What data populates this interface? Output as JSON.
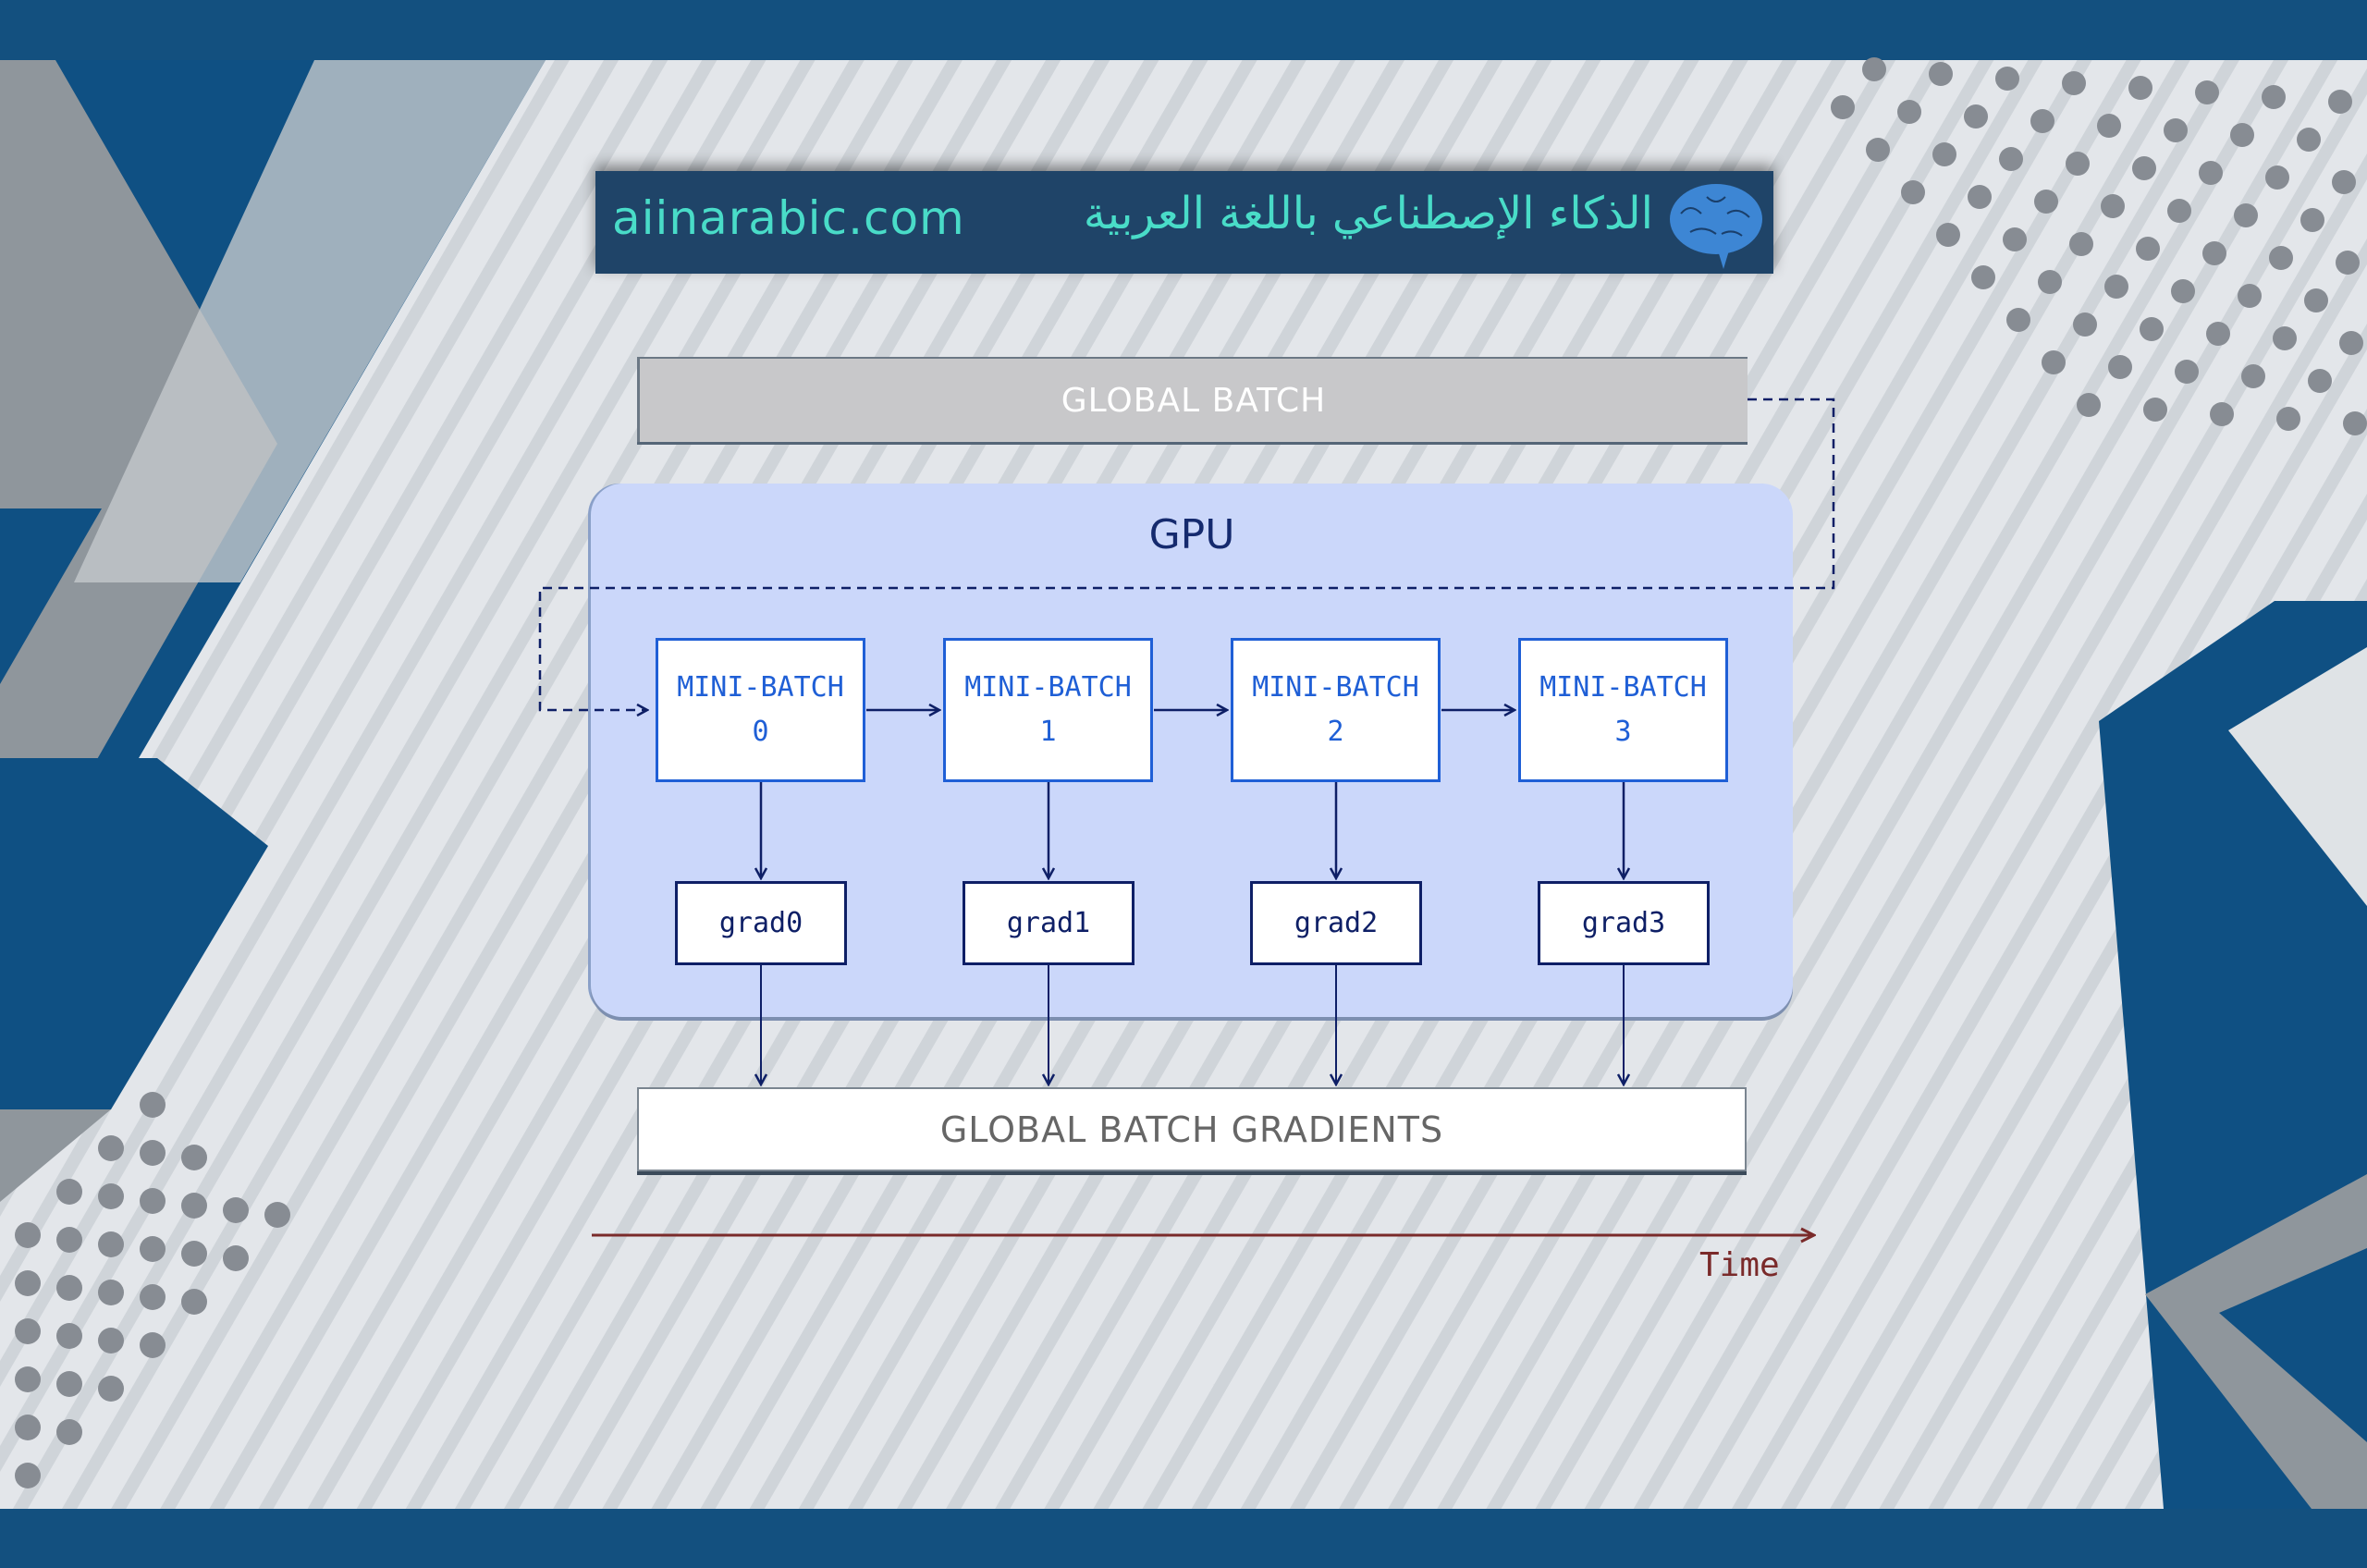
{
  "banner": {
    "url_text": "aiinarabic.com",
    "arabic_text": "الذكاء الإصطناعي باللغة العربية",
    "logo_icon": "brain-icon"
  },
  "diagram": {
    "global_batch_label": "GLOBAL BATCH",
    "gpu_label": "GPU",
    "mini_batches": [
      {
        "title": "MINI-BATCH",
        "index": "0"
      },
      {
        "title": "MINI-BATCH",
        "index": "1"
      },
      {
        "title": "MINI-BATCH",
        "index": "2"
      },
      {
        "title": "MINI-BATCH",
        "index": "3"
      }
    ],
    "grads": [
      "grad0",
      "grad1",
      "grad2",
      "grad3"
    ],
    "global_gradients_label": "GLOBAL BATCH GRADIENTS",
    "time_label": "Time"
  },
  "colors": {
    "banner_bg": "#1f4468",
    "banner_text": "#49dcc8",
    "gpu_bg": "#cbd7fa",
    "mini_batch_border": "#1f5fd6",
    "grad_border": "#0e1f66",
    "time_arrow": "#7a2a2a"
  }
}
